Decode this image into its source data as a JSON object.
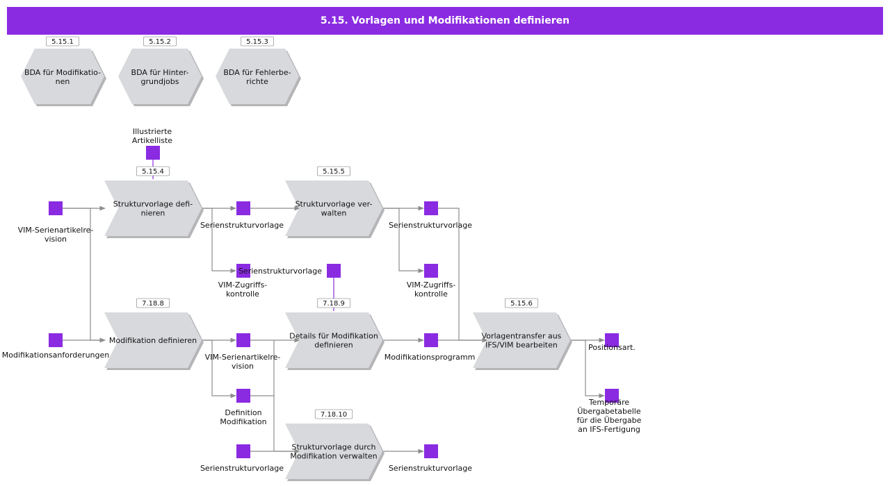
{
  "title": "5.15. Vorlagen und Modifikationen definieren",
  "colors": {
    "accent": "#8a2be2",
    "shape": "#d8d9dc",
    "shadow": "#b5b5b8",
    "edge": "#8c8c8c",
    "id_border": "#9a9a9a"
  },
  "hexagons": [
    {
      "id": "5.15.1",
      "lines": [
        "BDA für Modifikatio-",
        "nen"
      ]
    },
    {
      "id": "5.15.2",
      "lines": [
        "BDA für Hinter-",
        "grundjobs"
      ]
    },
    {
      "id": "5.15.3",
      "lines": [
        "BDA für Fehlerbe-",
        "richte"
      ]
    }
  ],
  "processes": [
    {
      "id": "5.15.4",
      "lines": [
        "Strukturvorlage defi-",
        "nieren"
      ]
    },
    {
      "id": "5.15.5",
      "lines": [
        "Strukturvorlage ver-",
        "walten"
      ]
    },
    {
      "id": "7.18.8",
      "lines": [
        "Modifikation definieren"
      ]
    },
    {
      "id": "7.18.9",
      "lines": [
        "Details für Modifikation",
        "definieren"
      ]
    },
    {
      "id": "5.15.6",
      "lines": [
        "Vorlagentransfer aus",
        "IFS/VIM bearbeiten"
      ]
    },
    {
      "id": "7.18.10",
      "lines": [
        "Strukturvorlage durch",
        "Modifikation verwalten"
      ]
    }
  ],
  "objects": [
    {
      "lines": [
        "Illustrierte",
        "Artikelliste"
      ]
    },
    {
      "lines": [
        "VIM-Serienartikelre-",
        "vision"
      ]
    },
    {
      "lines": [
        "Serienstrukturvorlage"
      ]
    },
    {
      "lines": [
        "VIM-Zugriffs-",
        "kontrolle"
      ]
    },
    {
      "lines": [
        "Serienstrukturvorlage"
      ]
    },
    {
      "lines": [
        "Serienstrukturvorlage"
      ]
    },
    {
      "lines": [
        "VIM-Zugriffs-",
        "kontrolle"
      ]
    },
    {
      "lines": [
        "Modifikationsanforderungen"
      ]
    },
    {
      "lines": [
        "VIM-Serienartikelre-",
        "vision"
      ]
    },
    {
      "lines": [
        "Definition",
        "Modifikation"
      ]
    },
    {
      "lines": [
        "Serienstrukturvorlage"
      ]
    },
    {
      "lines": [
        "Modifikationsprogramm"
      ]
    },
    {
      "lines": [
        "Positionsart."
      ]
    },
    {
      "lines": [
        "Temporäre",
        "Übergabetabelle",
        "für die Übergabe",
        "an IFS-Fertigung"
      ]
    },
    {
      "lines": [
        "Serienstrukturvorlage"
      ]
    }
  ]
}
